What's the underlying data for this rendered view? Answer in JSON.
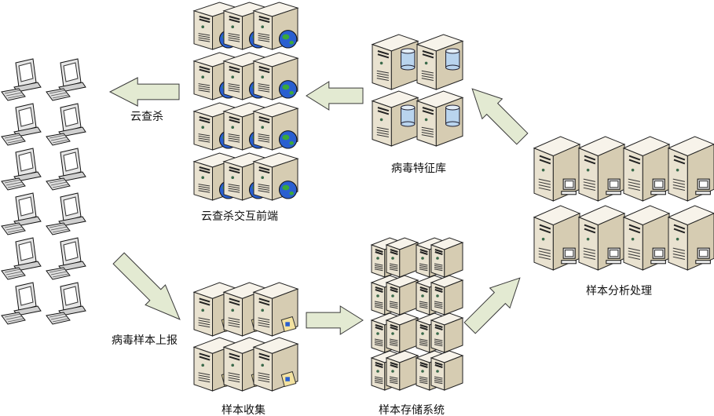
{
  "labels": {
    "cloud_kill": "云查杀",
    "cloud_frontend": "云查杀交互前端",
    "virus_signature_db": "病毒特征库",
    "sample_analysis": "样本分析处理",
    "virus_sample_report": "病毒样本上报",
    "sample_collection": "样本收集",
    "sample_storage": "样本存储系统"
  },
  "colors": {
    "server_front": "#e9e2d0",
    "server_side": "#d6ccb2",
    "server_top": "#f7f3ea",
    "arrow_fill": "#e3ead2",
    "arrow_stroke": "#3a3a3a",
    "globe": "#2a5fd0",
    "globe_land": "#3aa83a",
    "cylinder": "#b9d4ee"
  }
}
